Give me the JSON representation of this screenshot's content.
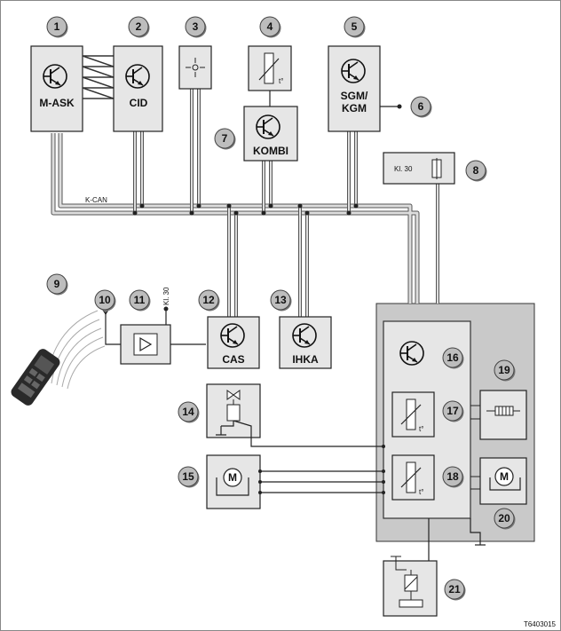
{
  "callouts": [
    "1",
    "2",
    "3",
    "4",
    "5",
    "6",
    "7",
    "8",
    "9",
    "10",
    "11",
    "12",
    "13",
    "14",
    "15",
    "16",
    "17",
    "18",
    "19",
    "20",
    "21"
  ],
  "labels": {
    "m_ask": "M-ASK",
    "cid": "CID",
    "sgm": "SGM/",
    "kgm": "KGM",
    "kombi": "KOMBI",
    "kcan": "K-CAN",
    "kl30_fuse": "Kl. 30",
    "kl30_antenna": "Kl. 30",
    "cas": "CAS",
    "ihka": "IHKA",
    "temp_4": "t°",
    "temp_17": "t°",
    "temp_18": "t°",
    "motor_15": "M",
    "motor_18": "M",
    "figure_id": "T6403015"
  },
  "colors": {
    "module_fill": "#e6e6e6",
    "callout_fill": "#bdbdbd",
    "bus_fill": "#c8c8c8",
    "panel_fill": "#c9c9c9",
    "wire": "#222222"
  },
  "icons": {
    "transistor": "transistor-icon",
    "antenna": "antenna-icon",
    "amplifier": "amplifier-icon",
    "fuse": "fuse-icon",
    "motor": "motor-icon",
    "sensor": "temperature-sensor-icon",
    "valve": "solenoid-valve-icon",
    "heater": "heater-icon",
    "relay": "relay-icon",
    "remote": "remote-control-icon"
  }
}
